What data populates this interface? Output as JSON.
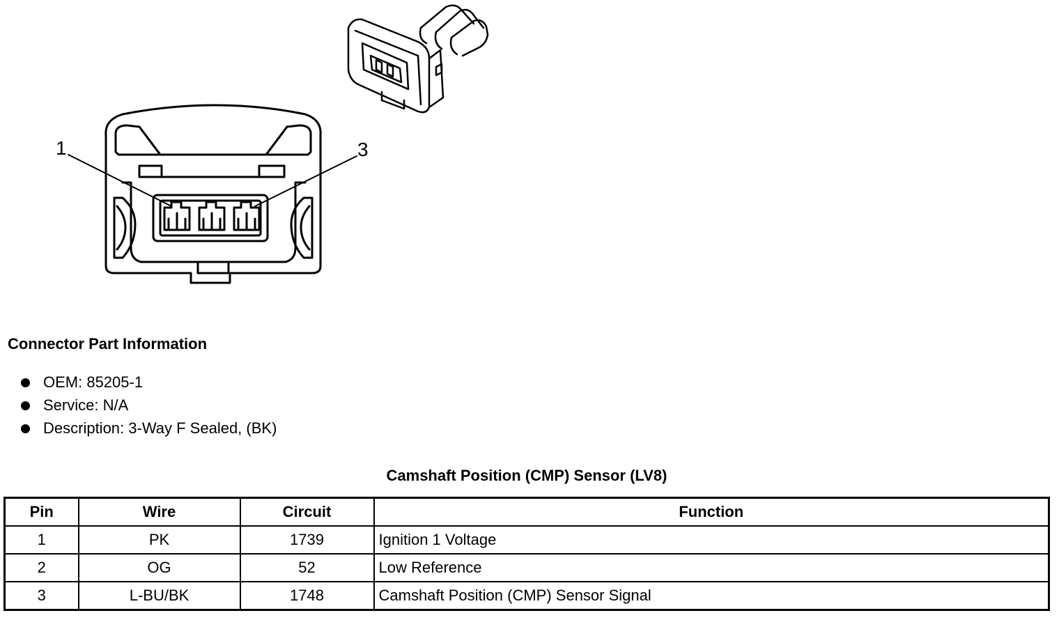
{
  "diagram": {
    "pin_callouts": [
      "1",
      "3"
    ]
  },
  "connector_info": {
    "heading": "Connector Part Information",
    "items": [
      "OEM: 85205-1",
      "Service: N/A",
      "Description: 3-Way F Sealed, (BK)"
    ]
  },
  "pinout": {
    "title": "Camshaft Position (CMP) Sensor (LV8)",
    "columns": [
      "Pin",
      "Wire",
      "Circuit",
      "Function"
    ],
    "rows": [
      [
        "1",
        "PK",
        "1739",
        "Ignition 1 Voltage"
      ],
      [
        "2",
        "OG",
        "52",
        "Low Reference"
      ],
      [
        "3",
        "L-BU/BK",
        "1748",
        "Camshaft Position (CMP) Sensor Signal"
      ]
    ]
  }
}
